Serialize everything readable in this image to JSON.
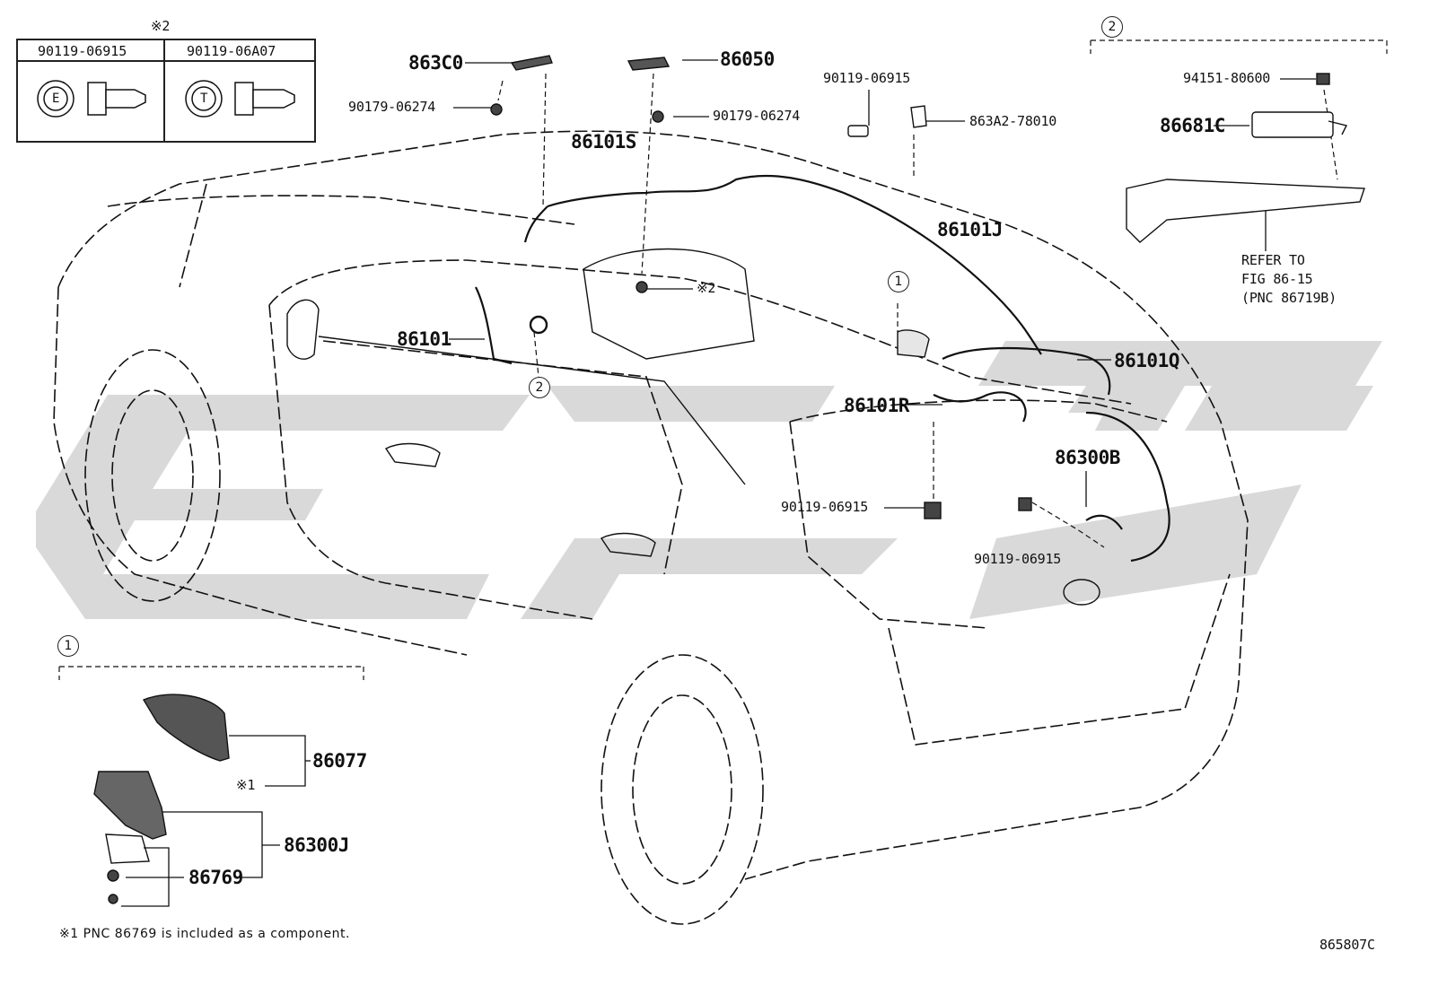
{
  "bolt_table": {
    "note_mark": "※2",
    "col1_part": "90119-06915",
    "col1_symbol": "E",
    "col2_part": "90119-06A07",
    "col2_symbol": "T"
  },
  "callouts": {
    "c_863C0": "863C0",
    "c_90179_a": "90179-06274",
    "c_86050": "86050",
    "c_90179_b": "90179-06274",
    "c_86101S": "86101S",
    "c_90119_top": "90119-06915",
    "c_863A2": "863A2-78010",
    "c_86101J": "86101J",
    "c_86101": "86101",
    "c_note2": "※2",
    "c_86101Q": "86101Q",
    "c_86101R": "86101R",
    "c_86300B": "86300B",
    "c_90119_mid": "90119-06915",
    "c_90119_low": "90119-06915",
    "c_94151": "94151-80600",
    "c_86681C": "86681C",
    "c_86077": "86077",
    "c_note1": "※1",
    "c_86300J": "86300J",
    "c_86769": "86769"
  },
  "refer": {
    "line1": "REFER TO",
    "line2": "FIG 86-15",
    "line3": "(PNC 86719B)"
  },
  "circle_markers": {
    "one": "1",
    "two": "2"
  },
  "footnote": "※1 PNC 86769 is included as a component.",
  "illustration_id": "865807C"
}
